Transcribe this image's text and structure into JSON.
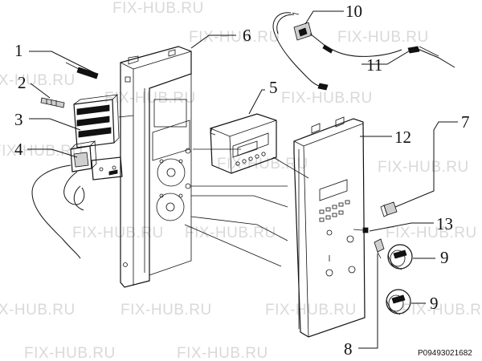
{
  "watermark": "FIX-HUB.RU",
  "drawing_code": "P09493021682",
  "callouts": [
    "1",
    "2",
    "3",
    "4",
    "5",
    "6",
    "7",
    "8",
    "9",
    "9",
    "10",
    "11",
    "12",
    "13"
  ]
}
